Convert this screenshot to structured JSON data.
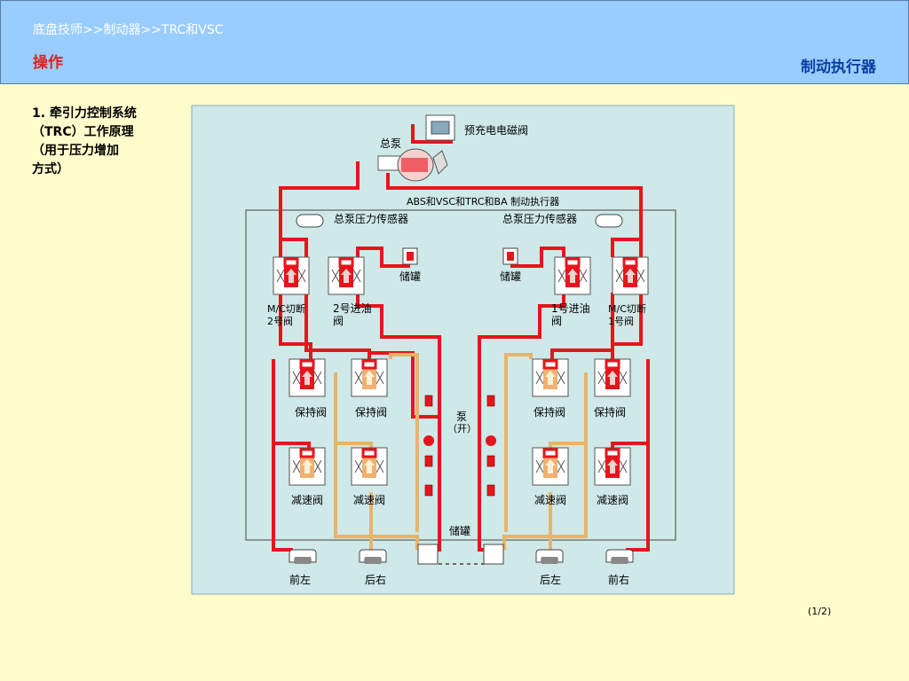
{
  "header": {
    "breadcrumb": "底盘技师>>制动器>>TRC和VSC",
    "section": "操作",
    "heading": "制动执行器"
  },
  "side_text": [
    "1. 牵引力控制系统",
    "（TRC）工作原理",
    "（用于压力增加",
    "方式）"
  ],
  "diagram": {
    "labels": {
      "solenoid": "预充电电磁阀",
      "master_cyl": "总泵",
      "actuator": "ABS和VSC和TRC和BA 制动执行器",
      "sensor_left": "总泵压力传感器",
      "sensor_right": "总泵压力传感器",
      "mc_cut_2_a": "M/C切断",
      "mc_cut_2_b": "2号阀",
      "inlet_2_a": "2号进油",
      "inlet_2_b": "阀",
      "reservoir_left": "储罐",
      "reservoir_right": "储罐",
      "inlet_1_a": "1号进油",
      "inlet_1_b": "阀",
      "mc_cut_1_a": "M/C切断",
      "mc_cut_1_b": "1号阀",
      "hold_1": "保持阀",
      "hold_2": "保持阀",
      "hold_3": "保持阀",
      "hold_4": "保持阀",
      "pump_a": "泵",
      "pump_b": "（开）",
      "reduce_1": "减速阀",
      "reduce_2": "减速阀",
      "reduce_3": "减速阀",
      "reduce_4": "减速阀",
      "reservoir_bottom": "储罐",
      "front_left": "前左",
      "rear_right": "后右",
      "rear_left": "后左",
      "front_right": "前右"
    },
    "colors": {
      "pressure_line": "#e8141c",
      "low_line": "#e8b36a",
      "background": "#cfe8e8",
      "valve_red": "#e8141c",
      "valve_orange": "#f0b070"
    }
  },
  "page_indicator": "(1/2)"
}
